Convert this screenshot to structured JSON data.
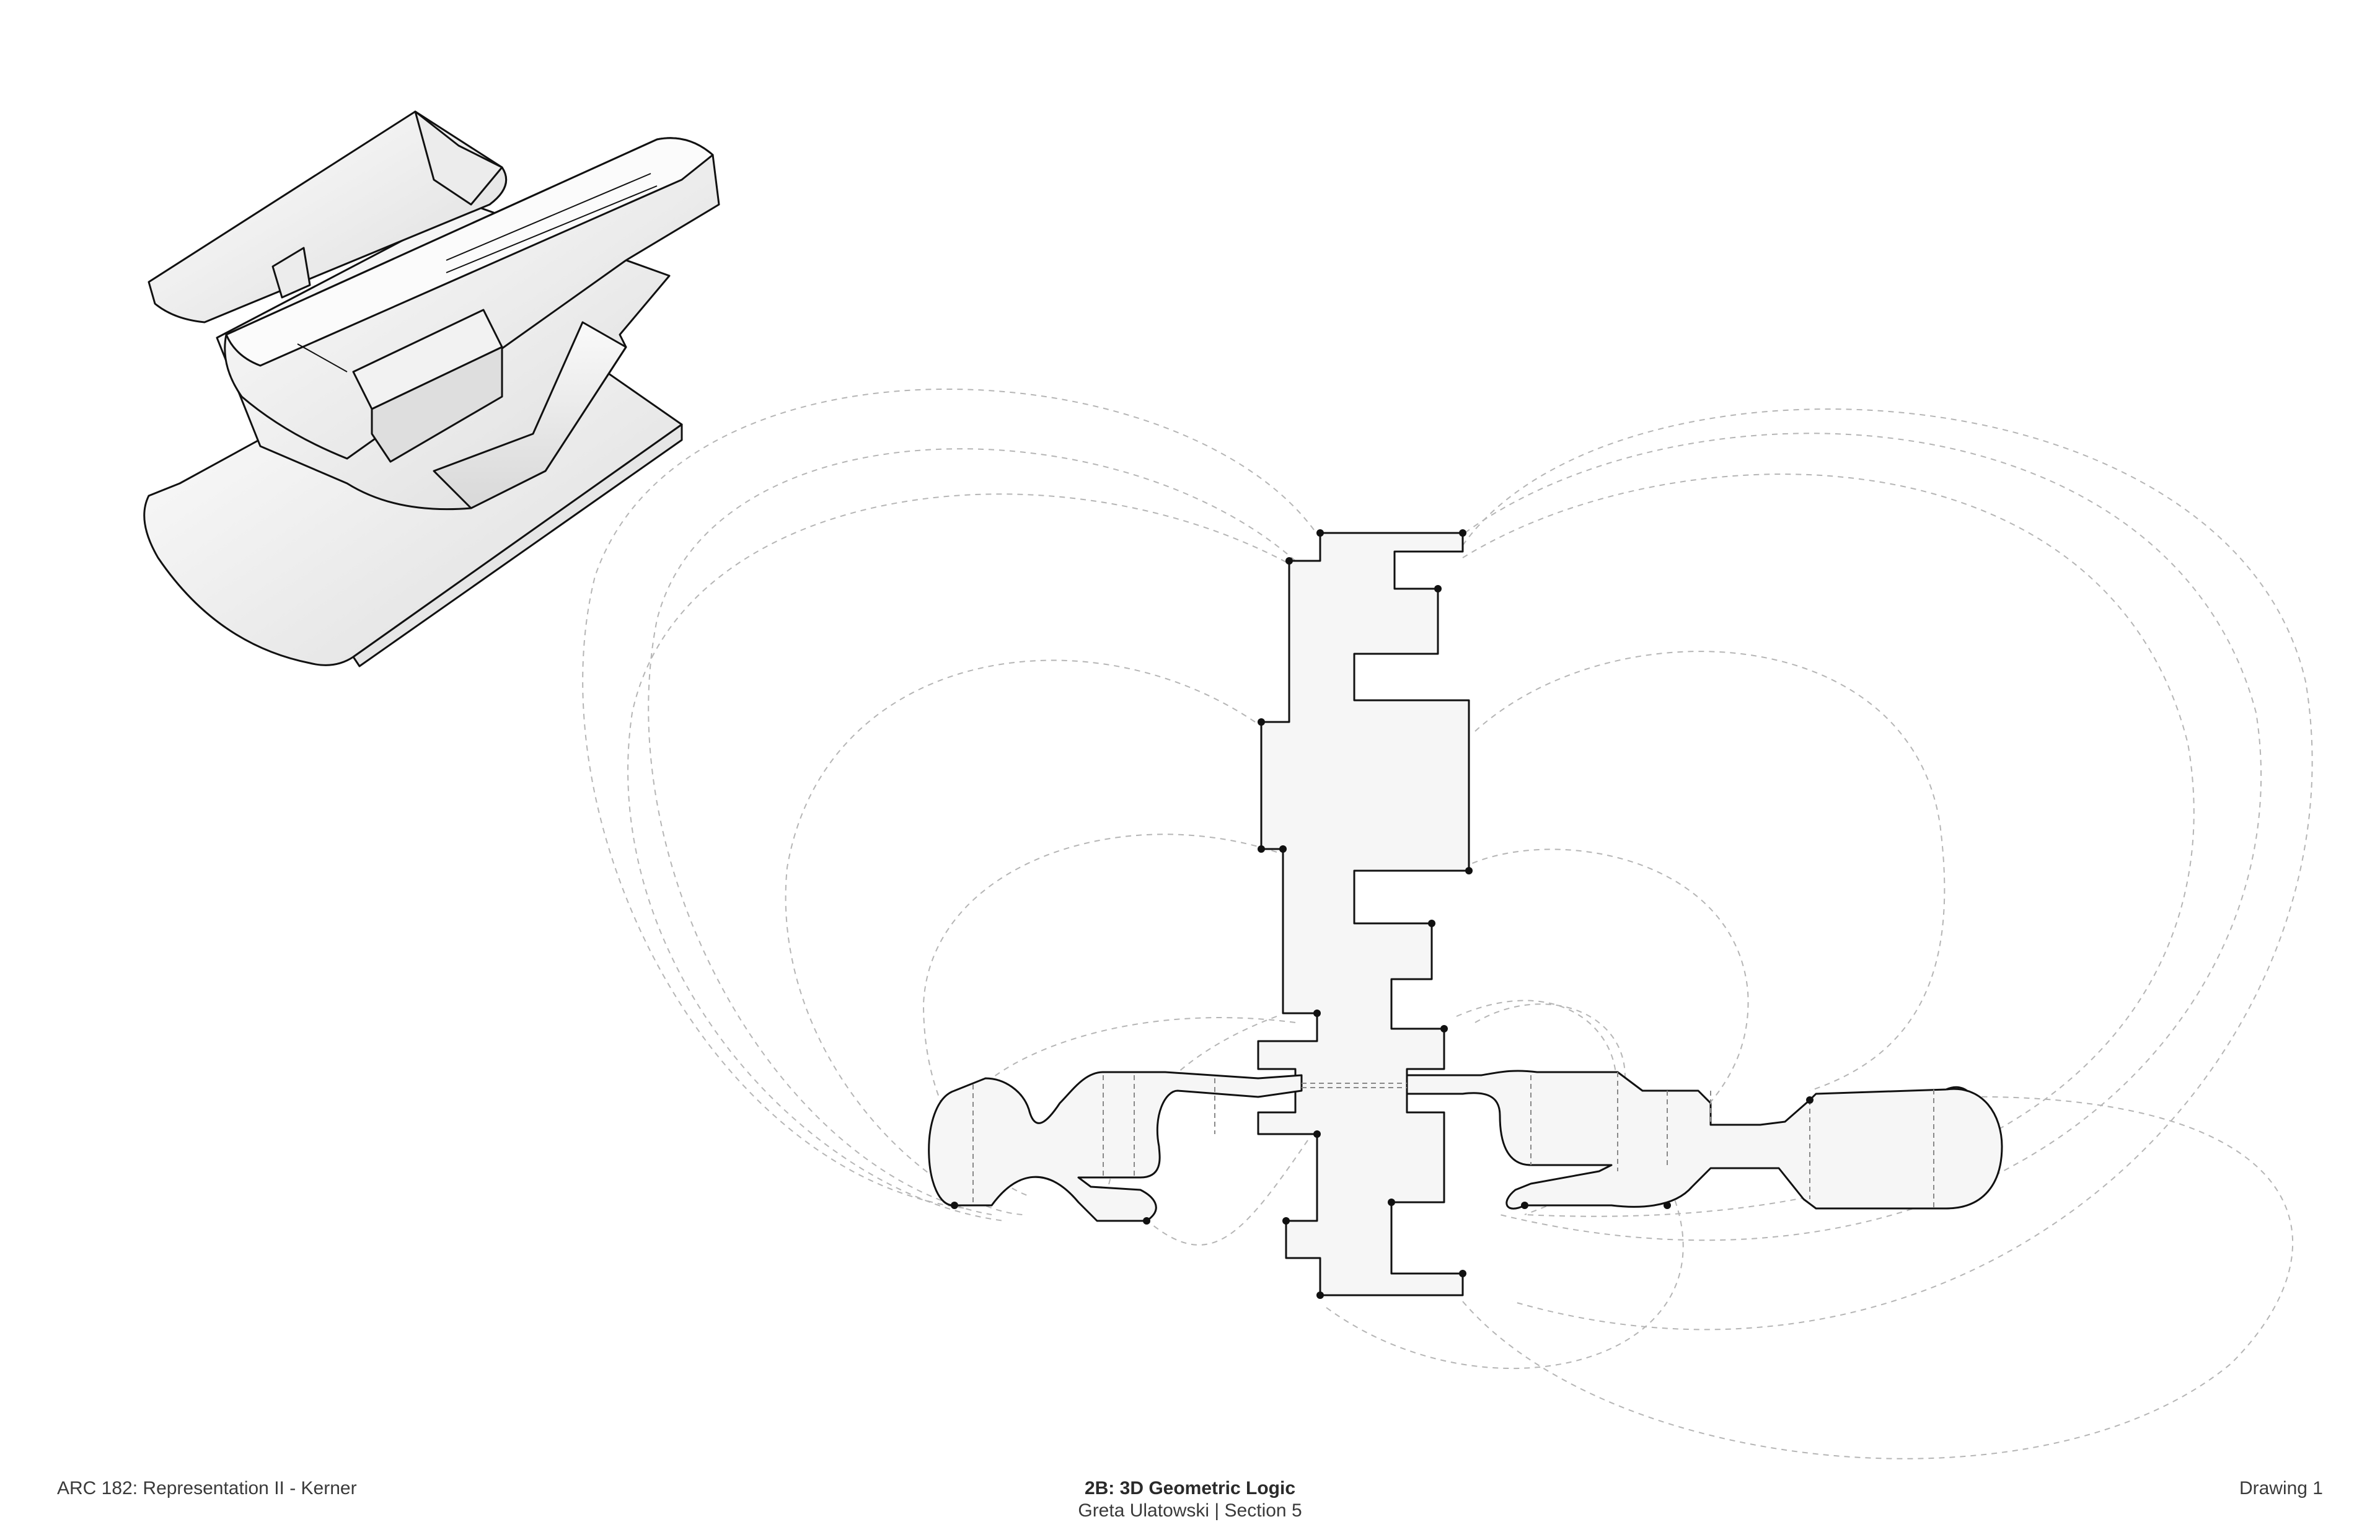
{
  "footer": {
    "course": "ARC 182: Representation II - Kerner",
    "title": "2B: 3D Geometric Logic",
    "author": "Greta Ulatowski | Section 5",
    "drawing": "Drawing 1"
  },
  "colors": {
    "background": "#ffffff",
    "line": "#111111",
    "fill": "#f6f6f6",
    "dashed": "#b5b5b5",
    "text": "#3a3a3a"
  }
}
